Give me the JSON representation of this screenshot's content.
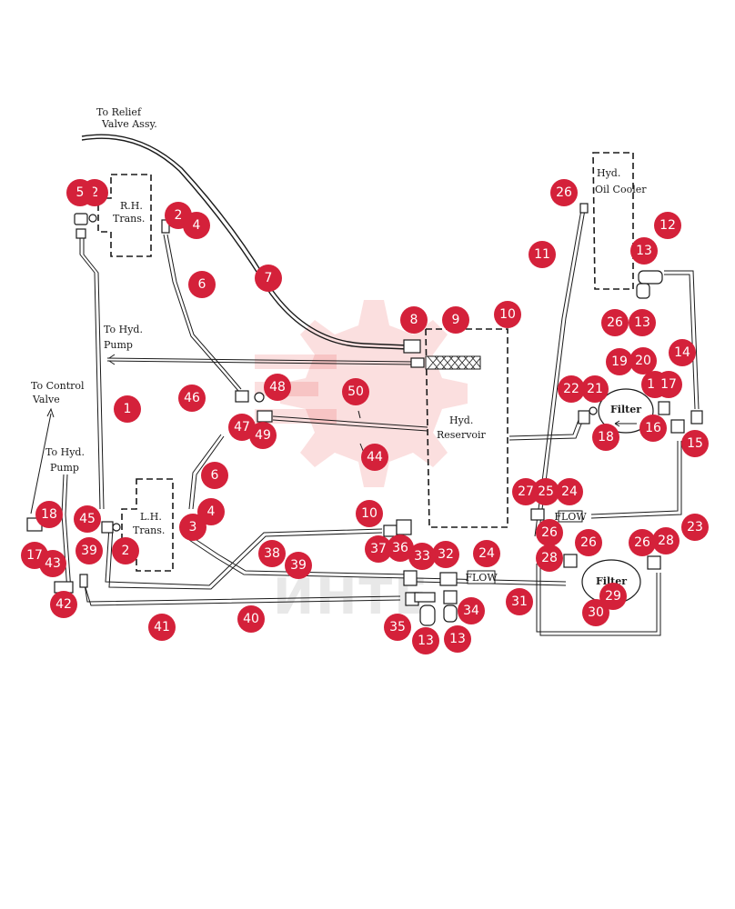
{
  "labels": {
    "relief_l1": "To Relief",
    "relief_l2": "Valve Assy.",
    "rh_l1": "R.H.",
    "rh_l2": "Trans.",
    "cooler_l1": "Hyd.",
    "cooler_l2": "Oil Cooler",
    "pump_top_l1": "To Hyd.",
    "pump_top_l2": "Pump",
    "control_l1": "To Control",
    "control_l2": "Valve",
    "pump_left_l1": "To Hyd.",
    "pump_left_l2": "Pump",
    "lh_l1": "L.H.",
    "lh_l2": "Trans.",
    "reservoir_l1": "Hyd.",
    "reservoir_l2": "Reservoir",
    "filter_top": "Filter",
    "filter_bottom": "Filter",
    "flow_top": "FLOW",
    "flow_mid": "FLOW",
    "watermark": "ИНТЕ"
  },
  "callouts": [
    "1",
    "2",
    "3",
    "4",
    "5",
    "6",
    "7",
    "8",
    "9",
    "10",
    "11",
    "12",
    "13",
    "14",
    "15",
    "16",
    "17",
    "18",
    "19",
    "20",
    "21",
    "22",
    "23",
    "24",
    "25",
    "26",
    "27",
    "28",
    "29",
    "30",
    "31",
    "32",
    "33",
    "34",
    "35",
    "36",
    "37",
    "38",
    "39",
    "40",
    "41",
    "42",
    "43",
    "44",
    "45",
    "46",
    "47",
    "48",
    "49",
    "50"
  ],
  "callout_color": "#d4213a"
}
